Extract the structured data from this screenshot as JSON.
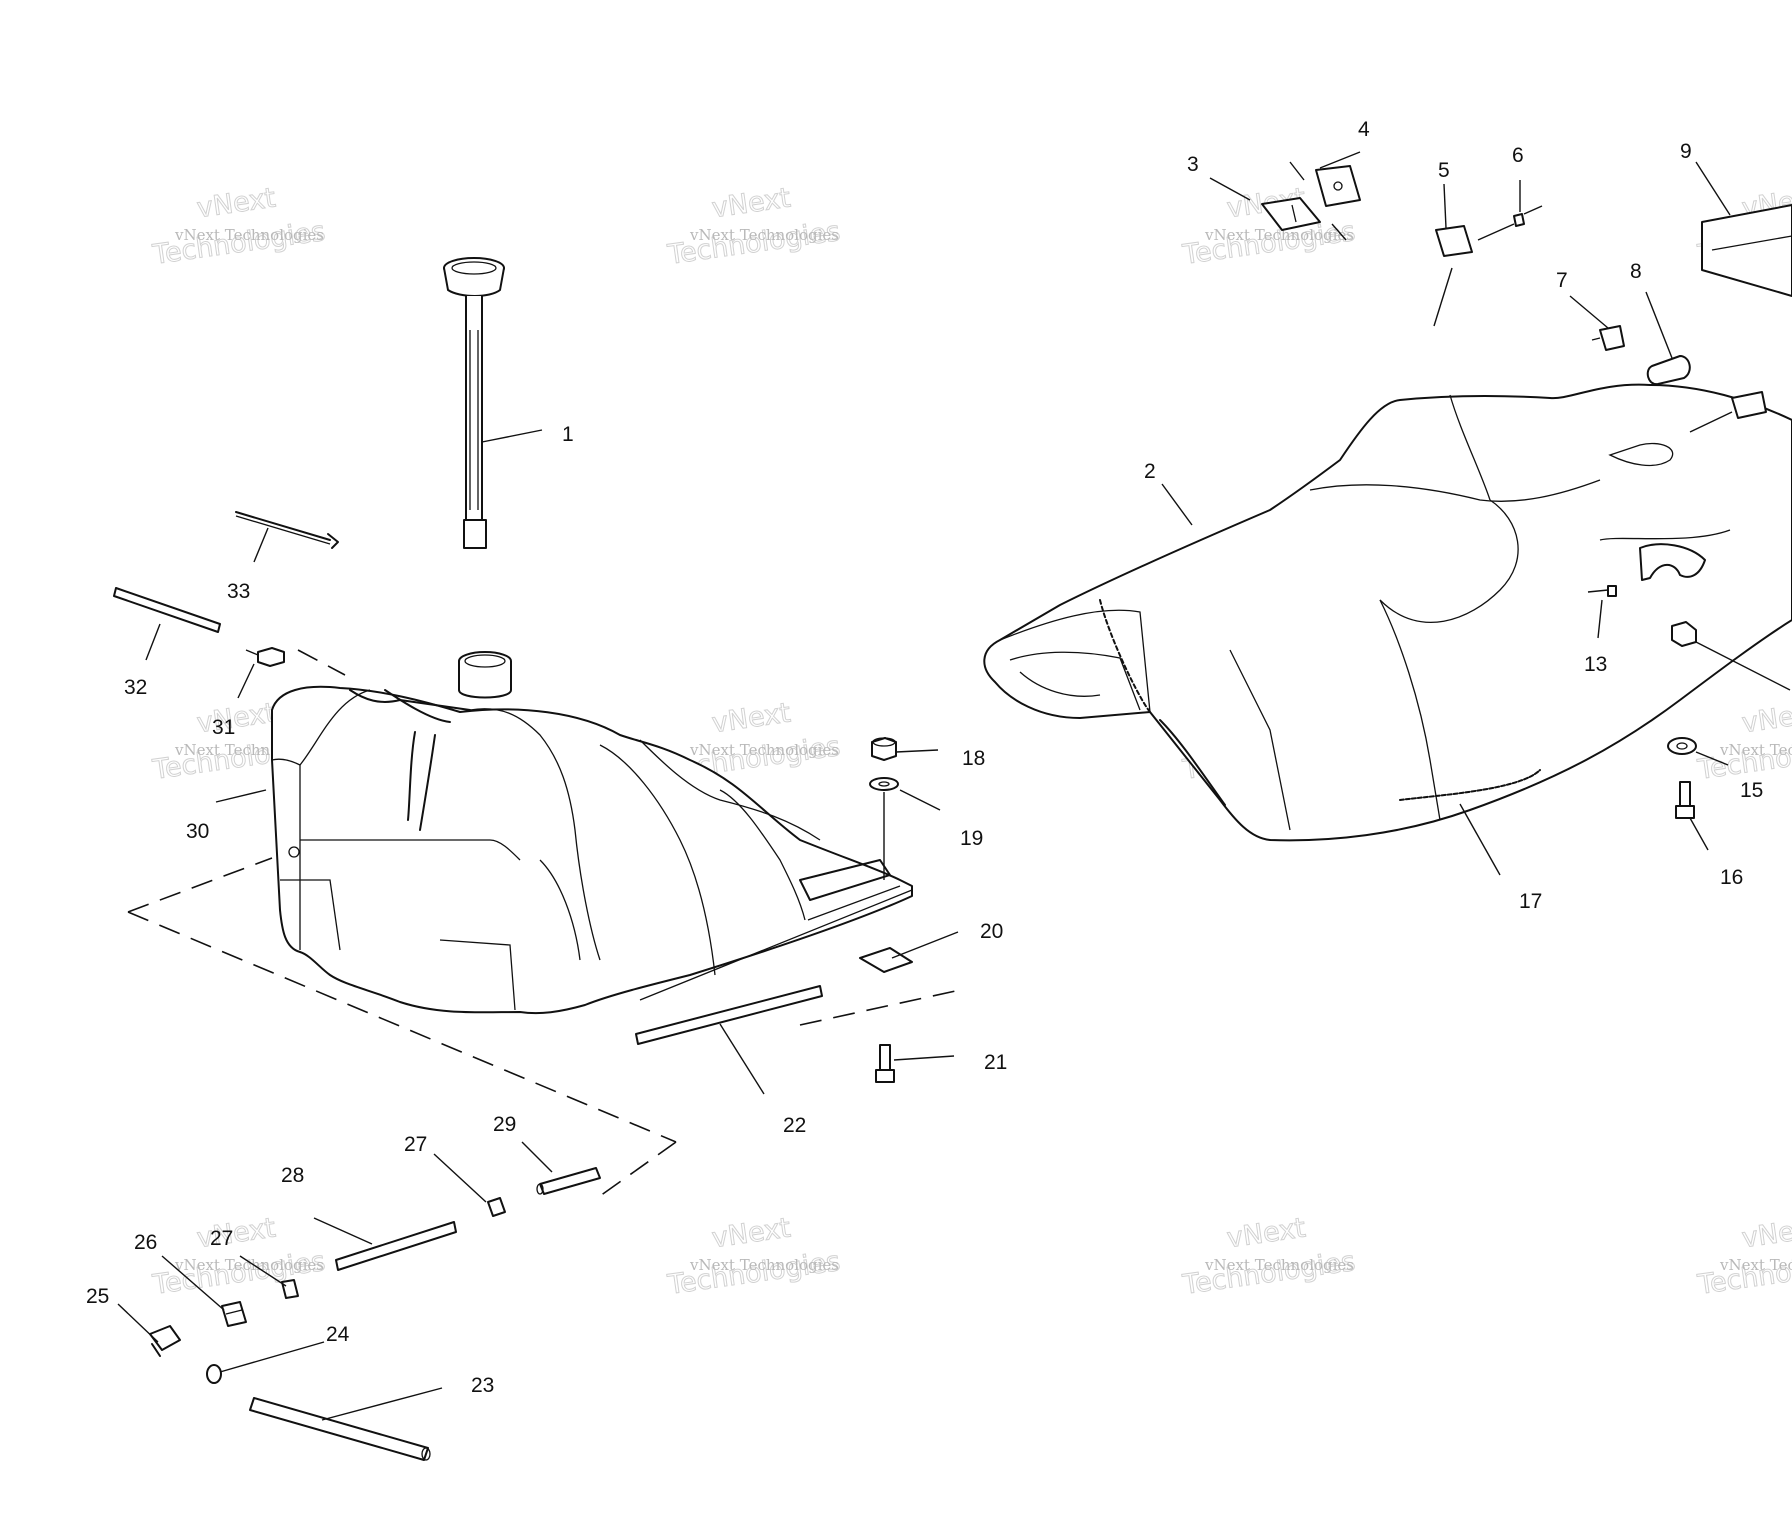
{
  "watermark": {
    "text": "vNext Technologies",
    "big_line1": "vNext",
    "big_line2": "Technologies"
  },
  "callouts": [
    "1",
    "2",
    "3",
    "4",
    "5",
    "6",
    "7",
    "8",
    "9",
    "13",
    "15",
    "16",
    "17",
    "18",
    "19",
    "20",
    "21",
    "22",
    "23",
    "24",
    "25",
    "26",
    "27",
    "27",
    "28",
    "29",
    "30",
    "31",
    "32",
    "33"
  ]
}
